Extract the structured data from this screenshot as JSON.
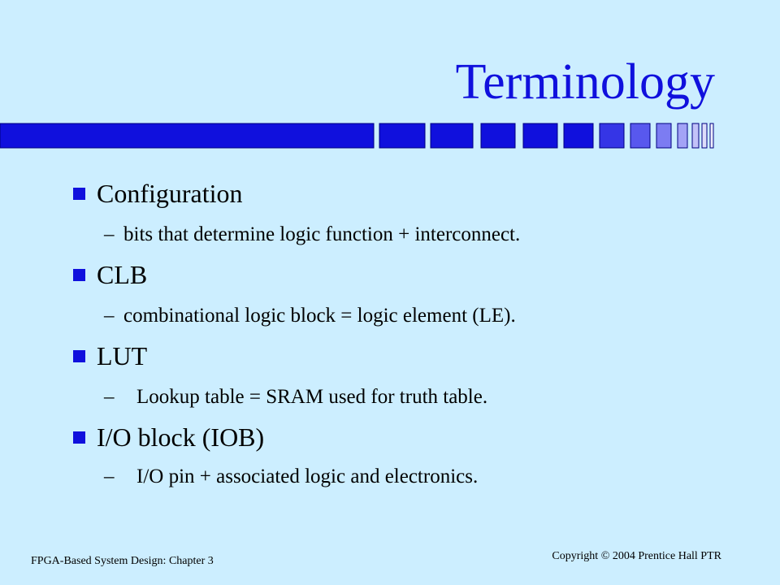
{
  "slide": {
    "title": "Terminology",
    "items": [
      {
        "label": "Configuration",
        "detail": "bits that determine logic function + interconnect."
      },
      {
        "label": "CLB",
        "detail": "combinational logic block = logic element (LE)."
      },
      {
        "label": "LUT",
        "detail": "Lookup table =  SRAM used for truth table."
      },
      {
        "label": "I/O block (IOB)",
        "detail": "I/O pin + associated logic and electronics."
      }
    ],
    "sub_marker": "–"
  },
  "footer": {
    "left": "FPGA-Based System Design: Chapter 3",
    "right": "Copyright © 2004 Prentice Hall PTR"
  },
  "colors": {
    "background": "#cceeff",
    "accent": "#1010dd",
    "bar_outline": "#000080"
  },
  "icons": {
    "bullet": "square-bullet-icon",
    "header_bar": "gradient-bar-strip"
  }
}
